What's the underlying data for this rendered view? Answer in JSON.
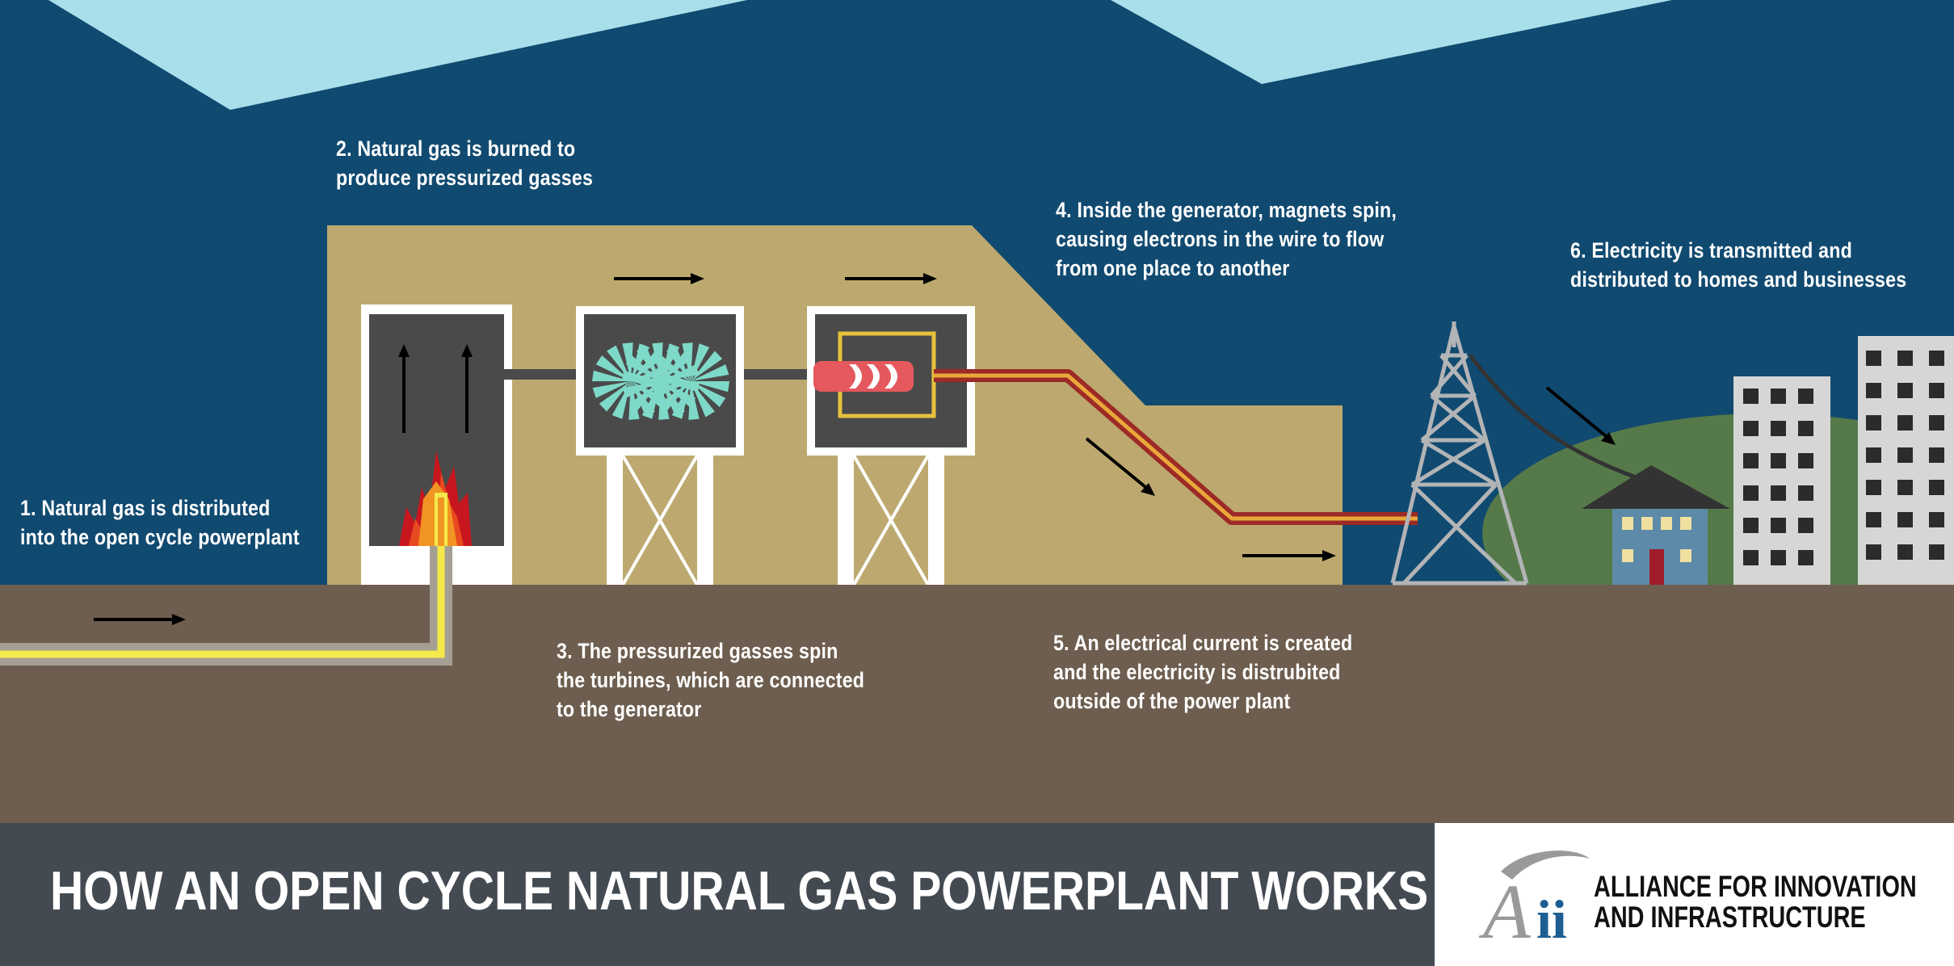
{
  "steps": {
    "step1": [
      "1. Natural gas is distributed",
      "into the open cycle powerplant"
    ],
    "step2": [
      "2. Natural gas is burned to",
      "produce pressurized gasses"
    ],
    "step3": [
      "3. The pressurized gasses spin",
      "the turbines, which are connected",
      "to the generator"
    ],
    "step4": [
      "4. Inside the generator, magnets spin,",
      "causing electrons in the wire to flow",
      "from one place to another"
    ],
    "step5": [
      "5. An electrical current is created",
      "and the electricity is distrubited",
      "outside of the power plant"
    ],
    "step6": [
      "6. Electricity is transmitted and",
      "distributed to homes and businesses"
    ]
  },
  "footer": {
    "title": "HOW AN OPEN CYCLE NATURAL GAS POWERPLANT WORKS",
    "org_line1": "ALLIANCE FOR INNOVATION",
    "org_line2": "AND INFRASTRUCTURE",
    "logo_letters": "Aii"
  },
  "colors": {
    "sky": "#114a70",
    "sky_light": "#a9dfea",
    "ground": "#6e5e4f",
    "plant": "#bda96f",
    "machine": "#4a4a4a",
    "turbine": "#7fd9c8",
    "gas_pipe": "#f4e94a",
    "wire": "#c9891e",
    "title_bar": "#444a51"
  }
}
